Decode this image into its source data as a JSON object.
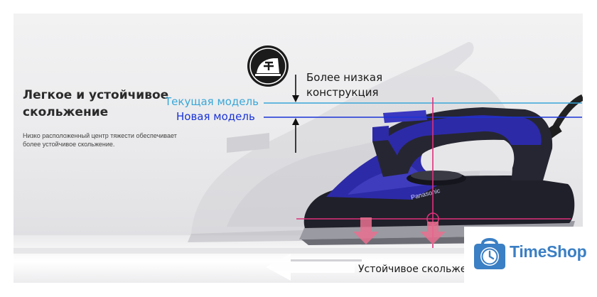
{
  "banner": {
    "title": "Легкое и устойчивое скольжение",
    "description": "Низко расположенный центр тяжести обеспечивает более устойчивое скольжение.",
    "label_current_model": "Текущая модель",
    "label_new_model": "Новая модель",
    "label_lower_design": "Более низкая конструкция",
    "label_stable_glide": "Устойчивое скольжение",
    "brand_on_iron": "Panasonic",
    "colors": {
      "current_line": "#3aa7d8",
      "new_line": "#1a33d6",
      "center_of_gravity": "#e0307a",
      "iron_body": "#2a2a36",
      "iron_accent": "#2d2aa8"
    }
  },
  "badge": {
    "logo_text": "TimeShop",
    "icon": "clock-bag-icon",
    "color": "#3b7fc4"
  }
}
